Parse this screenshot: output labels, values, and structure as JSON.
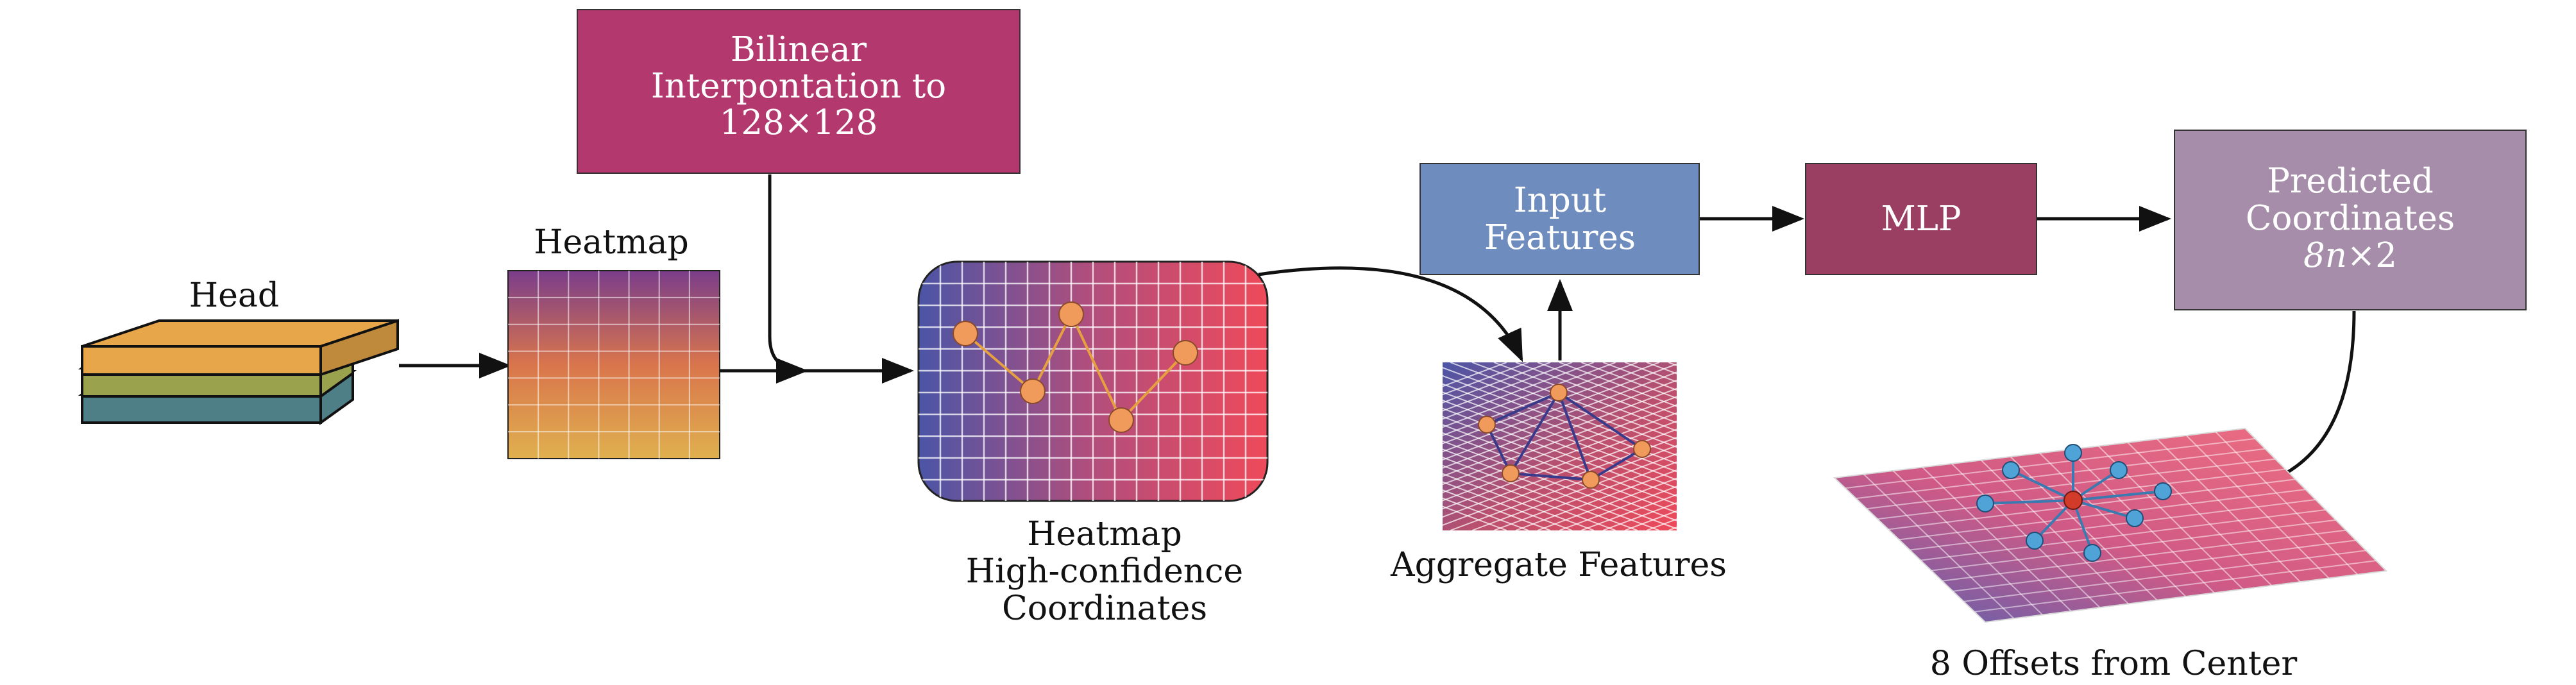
{
  "nodes": {
    "head": "Head",
    "heatmap": "Heatmap",
    "bilinear": [
      "Bilinear",
      "Interpontation to",
      "128×128"
    ],
    "high_conf": [
      "Heatmap",
      "High-confidence",
      "Coordinates"
    ],
    "aggregate": "Aggregate Features",
    "input_features": [
      "Input",
      "Features"
    ],
    "mlp": "MLP",
    "predicted": [
      "Predicted",
      "Coordinates"
    ],
    "predicted_dim": {
      "var": "8n",
      "rest": "×2"
    },
    "offsets": "8 Offsets from Center"
  },
  "colors": {
    "bilinear_box": "#b3386e",
    "input_box": "#6e8cbd",
    "mlp_box": "#9b3f62",
    "predicted_box": "#a68daa",
    "layer_top": "#e8a64a",
    "layer_mid": "#9aa24e",
    "layer_bottom": "#4f7f86",
    "point": "#f09a5c",
    "line": "#e6a040",
    "offset_point": "#4fa3d6",
    "center_point": "#d23a2a"
  }
}
